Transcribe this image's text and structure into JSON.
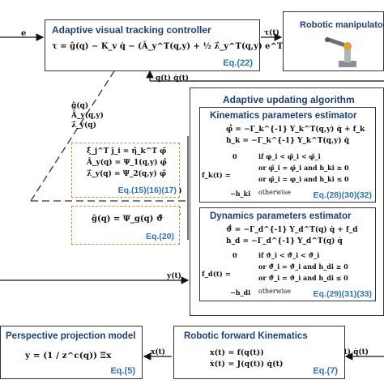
{
  "controller": {
    "title": "Adaptive visual tracking controller",
    "equation": "τ = ĝ(q) − K_v q̇ − (Â_y^T(q,y) + ½ λ̂_y^T(q,y) e^T) Be",
    "ref": "Eq.(22)"
  },
  "manipulator": {
    "title": "Robotic manipulator"
  },
  "updating": {
    "title": "Adaptive updating algorithm",
    "kinematics": {
      "title": "Kinematics parameters estimator",
      "eq1": "φ̂̇ = −Γ_k^{-1} Y_k^T(q,y) q̇ + f_k",
      "eq2": "h_k = −Γ_k^{-1} Y_k^T(q,y) q̇",
      "case_fn": "f_k(t) =",
      "cases": [
        "0",
        "",
        "",
        "−h_ki"
      ],
      "conds": [
        "if φ_i < φ̂_i < φ̄_i",
        "or φ̂_i = φ̄_i and h_ki ≥ 0",
        "or φ̂_i = φ_i and h_ki ≤ 0",
        "otherwise"
      ],
      "ref": "Eq.(28)(30)(32)"
    },
    "dynamics": {
      "title": "Dynamics parameters estimator",
      "eq1": "ϑ̂̇ = −Γ_d^{-1} Y_d^T(q) q̇ + f_d",
      "eq2": "h_d = −Γ_d^{-1} Y_d^T(q) q̇",
      "case_fn": "f_d(t) =",
      "cases": [
        "0",
        "",
        "",
        "−h_di"
      ],
      "conds": [
        "if ϑ_i < ϑ̂_i < ϑ̄_i",
        "or ϑ̂_i = ϑ̄_i and h_di ≥ 0",
        "or ϑ̂_i = ϑ_i and h_di ≤ 0",
        "otherwise"
      ],
      "ref": "Eq.(29)(31)(33)"
    }
  },
  "intermediate": {
    "lines": [
      "ξ̂_j^T ĵ_i = η̂_k^T φ̂",
      "Â_y(q) = Ψ_1(q,y) φ̂",
      "λ̂_y(q) = Ψ_2(q,y) φ̂"
    ],
    "ref": "Eq.(15)(16)(17)"
  },
  "gravity": {
    "equation": "ĝ(q) = Ψ_g(q) ϑ̂",
    "ref": "Eq.(20)"
  },
  "projection": {
    "title": "Perspective projection model",
    "equation": "y = (1 / z^c(q)) Ξx",
    "ref": "Eq.(5)"
  },
  "forward": {
    "title": "Robotic forward Kinematics",
    "eq1": "x(t) = f(q(t))",
    "eq2": "ẋ(t) = J(q(t)) q̇(t)",
    "ref": "Eq.(7)"
  },
  "signals": {
    "e": "e",
    "tau": "τ(t)",
    "q_top": "q(t)  q̇(t)",
    "g_hat": "ĝ(q)",
    "A_hat": "Â_y(q,y)",
    "lambda_hat": "λ̂_y(q)",
    "theta_hat": "θ̂",
    "xi_hat": "ξ̂",
    "y": "y(t)",
    "x": "x(t)",
    "q_bottom": "q(t)   q̇(t)"
  }
}
